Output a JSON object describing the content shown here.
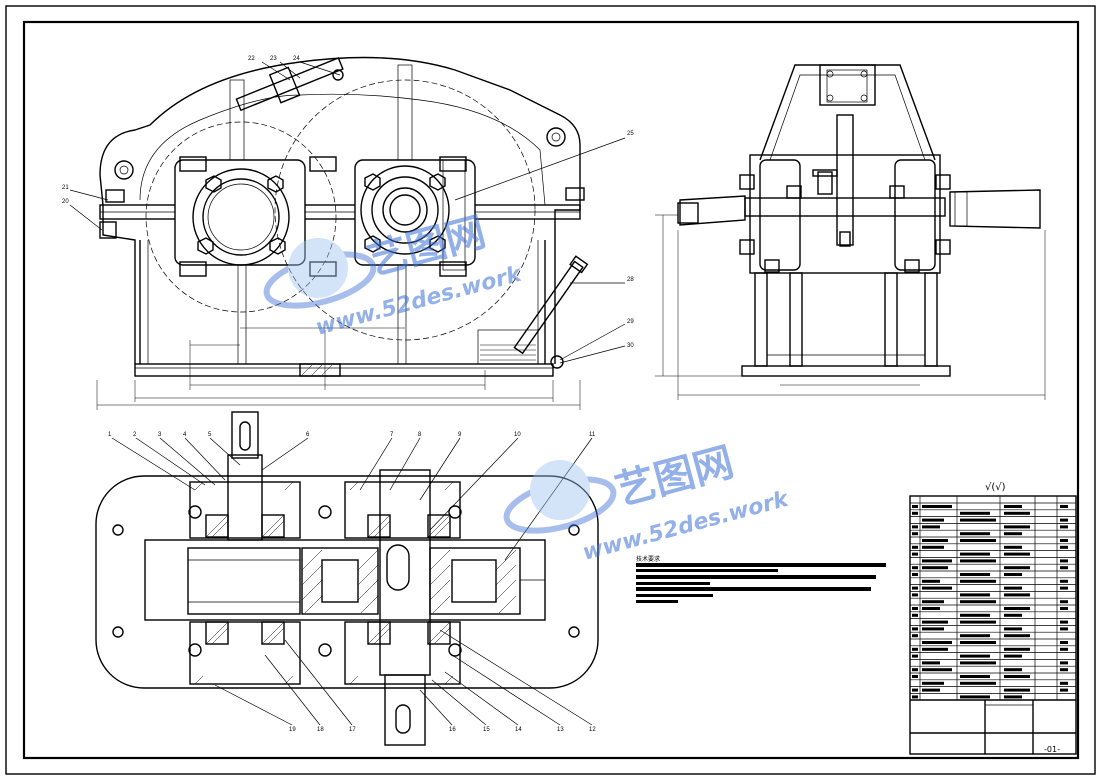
{
  "drawing": {
    "part_numbers_top_left": [
      "22",
      "23",
      "24"
    ],
    "part_number_top_right": "25",
    "part_numbers_left": [
      "21",
      "20"
    ],
    "part_numbers_right": [
      "28",
      "29",
      "30"
    ],
    "part_numbers_bottom_row": [
      "1",
      "2",
      "3",
      "4",
      "5",
      "6",
      "7",
      "8",
      "9",
      "10",
      "11"
    ],
    "part_numbers_bottom_lower": [
      "19",
      "18",
      "17",
      "16",
      "15",
      "14",
      "13",
      "12"
    ]
  },
  "notes": {
    "tech_requirements_title": "技术要求"
  },
  "title_block": {
    "roughness_symbol": "√(√)",
    "drawing_code": "-01-"
  },
  "watermark": {
    "cn_text": "艺图网",
    "url_text": "www.52des.work"
  },
  "colors": {
    "line": "#000000",
    "background": "#ffffff",
    "watermark": "#3b6fd6"
  }
}
